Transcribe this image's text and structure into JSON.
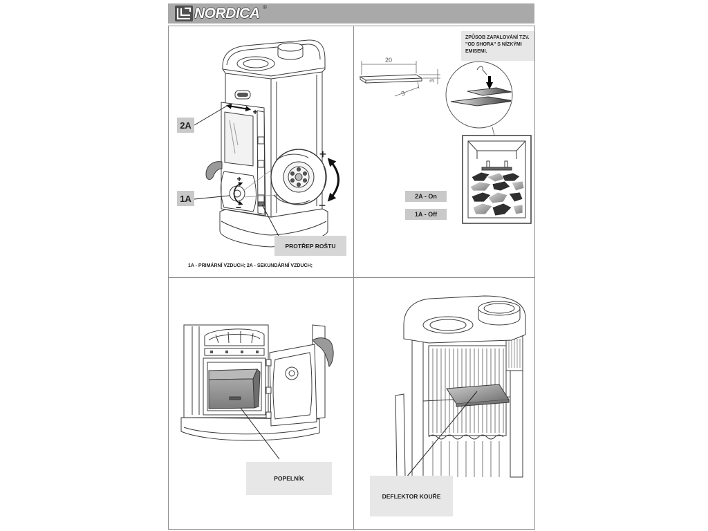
{
  "header": {
    "logo_text": "NORDICA",
    "logo_mark": "®"
  },
  "q1": {
    "label_2a": "2A",
    "label_1a": "1A",
    "grate_label": "PROTŘEP ROŠTU",
    "caption": "1A - PRIMÁRNÍ VZDUCH; 2A - SEKUNDÁRNÍ VZDUCH;",
    "plus": "+",
    "minus": "−"
  },
  "q2": {
    "method_lines": [
      "ZPŮSOB ZAPALOVÁNÍ TZV.",
      "\"OD SHORA\" S NÍZKÝMI",
      "EMISEMI."
    ],
    "dim_length": "20",
    "dim_width": "3",
    "dim_height": "3",
    "state_2a": "2A - On",
    "state_1a": "1A - Off"
  },
  "q3": {
    "ashpan_label": "POPELNÍK"
  },
  "q4": {
    "deflector_label": "DEFLEKTOR KOUŘE"
  },
  "colors": {
    "header_bg": "#a9a9a9",
    "frame": "#8c8c8c",
    "label_dark": "#c9c9c9",
    "label_mid": "#d6d6d6",
    "label_light": "#e7e7e7",
    "line": "#3a3a3a"
  },
  "icons": {
    "logo": "la-nordica-logo-icon"
  }
}
